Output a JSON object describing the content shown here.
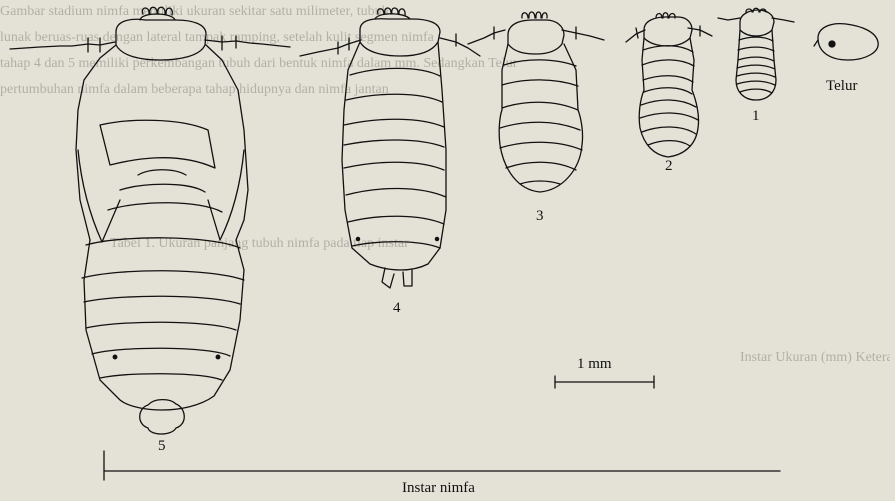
{
  "specimens": [
    {
      "id": "egg",
      "label": "Telur"
    },
    {
      "id": "instar-1",
      "label": "1"
    },
    {
      "id": "instar-2",
      "label": "2"
    },
    {
      "id": "instar-3",
      "label": "3"
    },
    {
      "id": "instar-4",
      "label": "4"
    },
    {
      "id": "instar-5",
      "label": "5"
    }
  ],
  "scale_bar": {
    "label": "1 mm"
  },
  "axis": {
    "label": "Instar nimfa"
  },
  "background_text": {
    "line1": "Gambar stadium nimfa memiliki ukuran sekitar satu milimeter, tubuh",
    "line2": "lunak beruas-ruas dengan lateral tampak ramping, setelah kulit segmen nimfa",
    "line3": "tahap 4 dan 5 memiliki perkembangan tubuh dari bentuk nimfa dalam mm. Sedangkan Telur",
    "line4": "pertumbuhan nimfa dalam beberapa tahap hidupnya dan nimfa jantan",
    "line5": "Tabel 1.  Ukuran panjang tubuh nimfa pada tiap instar",
    "line6": "Instar          Ukuran (mm)          Keterangan"
  },
  "colors": {
    "paper": "#e4e1d6",
    "ink": "#111111"
  }
}
